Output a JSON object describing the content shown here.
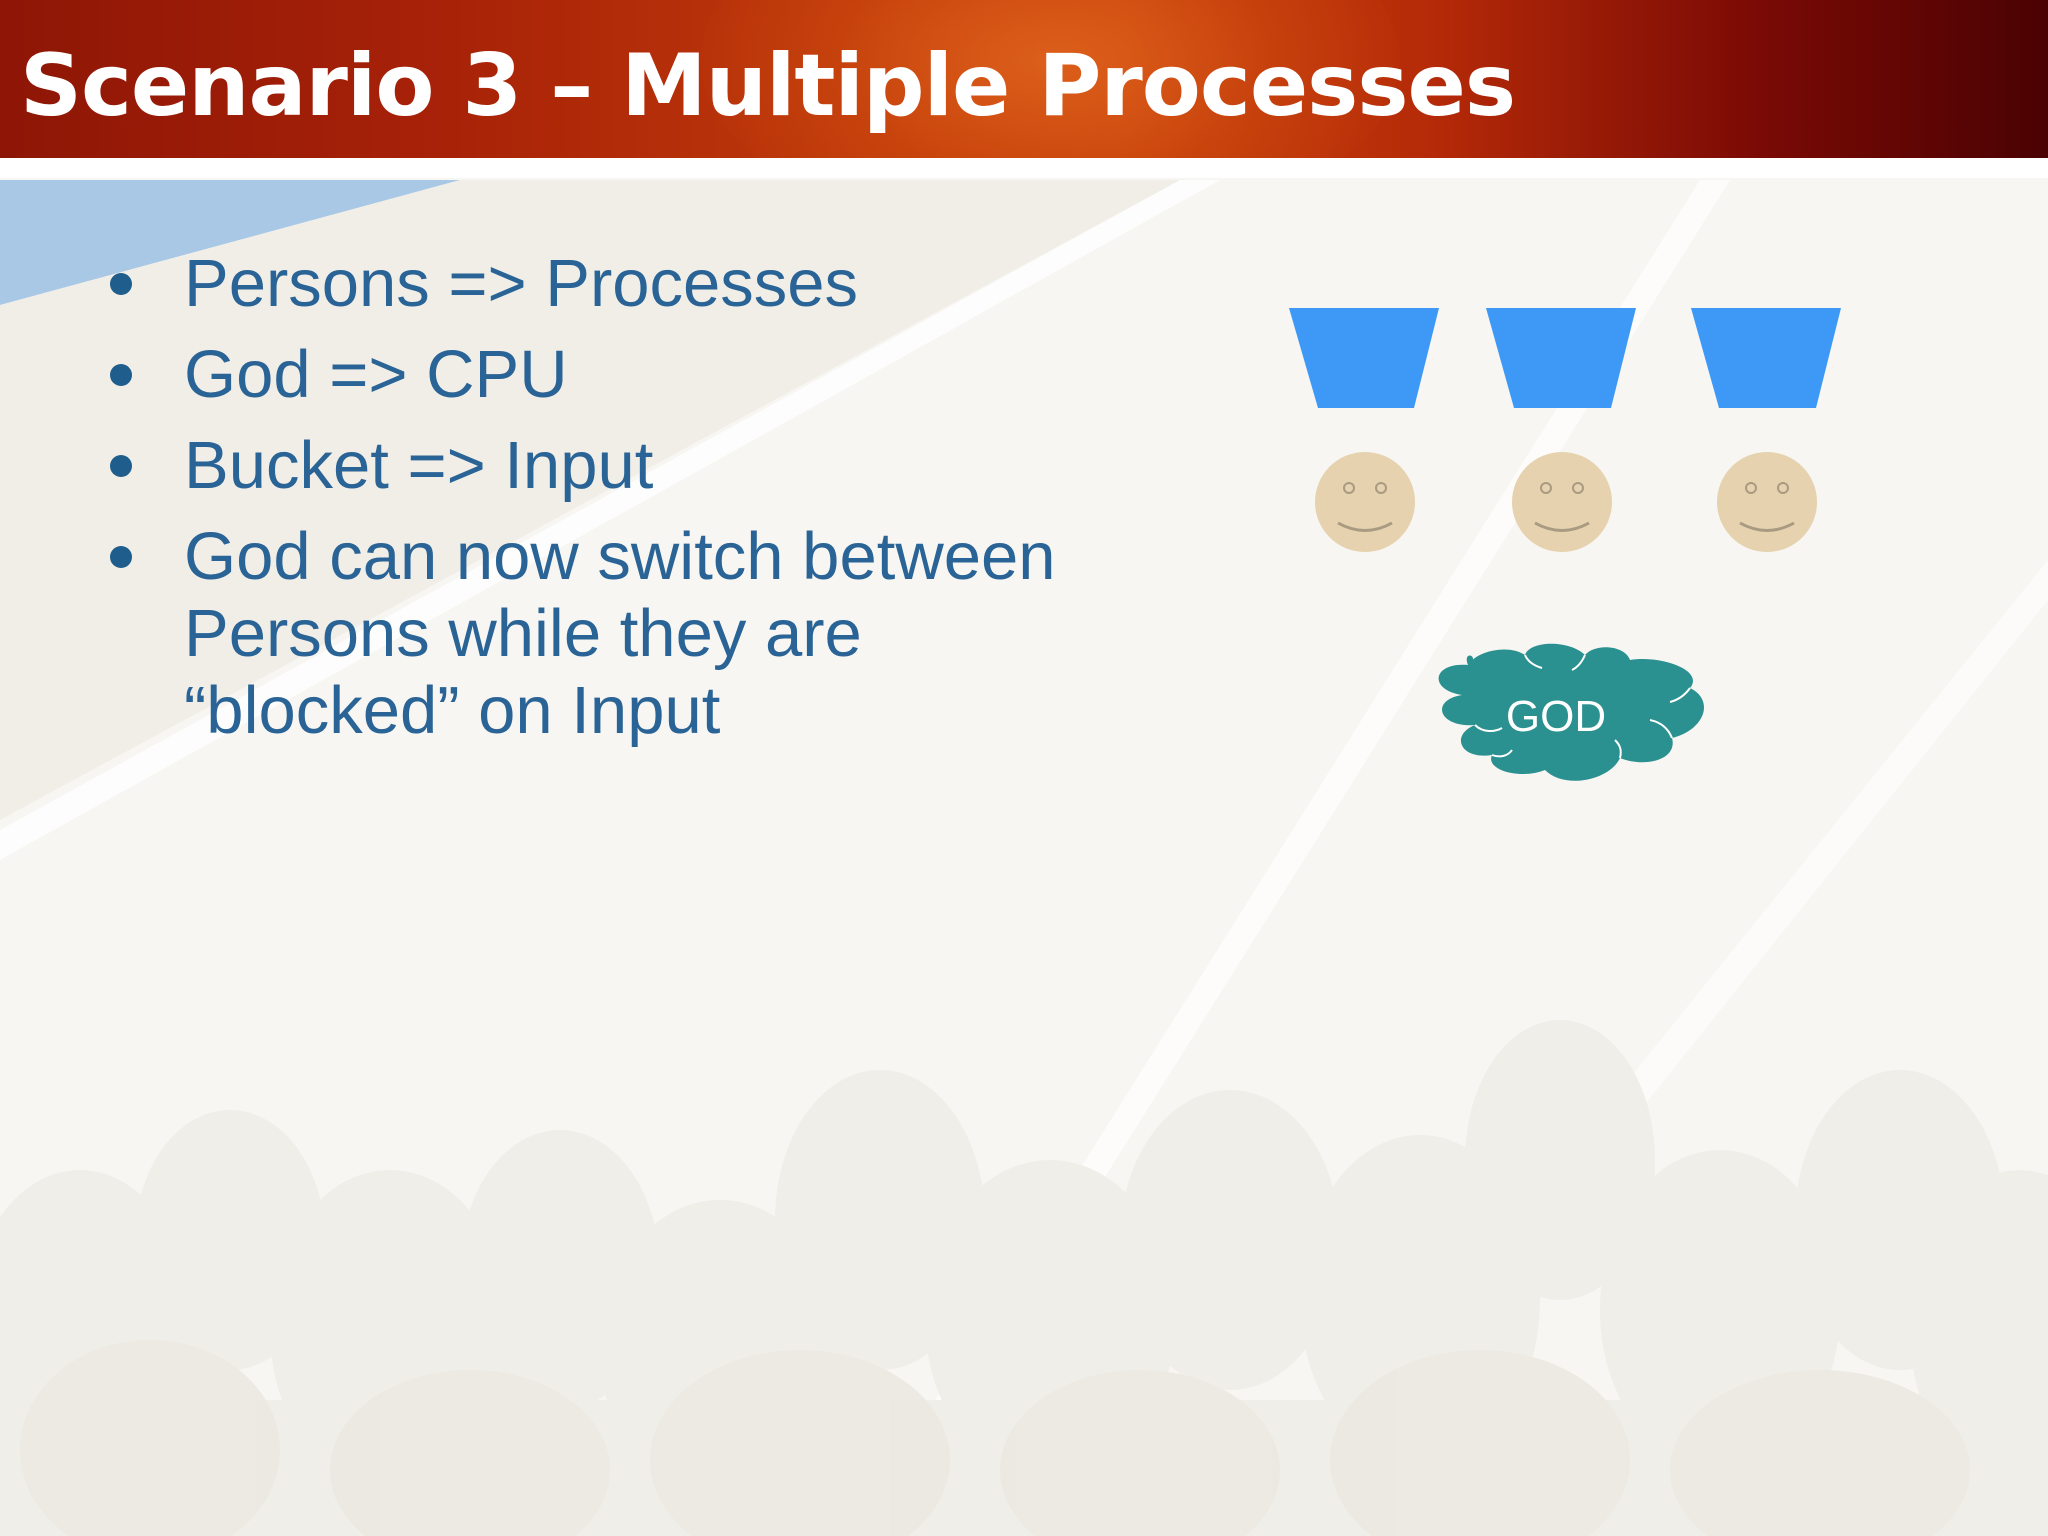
{
  "slide": {
    "title": "Scenario 3 – Multiple Processes",
    "bullets": [
      "Persons => Processes",
      "God => CPU",
      "Bucket => Input",
      "God can now switch between Persons while they are “blocked” on Input"
    ]
  },
  "diagram": {
    "buckets": [
      {
        "name": "bucket"
      },
      {
        "name": "bucket"
      },
      {
        "name": "bucket"
      }
    ],
    "persons": [
      {
        "name": "smiley-face"
      },
      {
        "name": "smiley-face"
      },
      {
        "name": "smiley-face"
      }
    ],
    "god_label": "GOD"
  },
  "colors": {
    "title_bar": "#b52a08",
    "title_text": "#ffffff",
    "bullet_text": "#2a6496",
    "bucket": "#3d99f5",
    "face": "#e6d2ae",
    "cloud": "#2a9090"
  }
}
